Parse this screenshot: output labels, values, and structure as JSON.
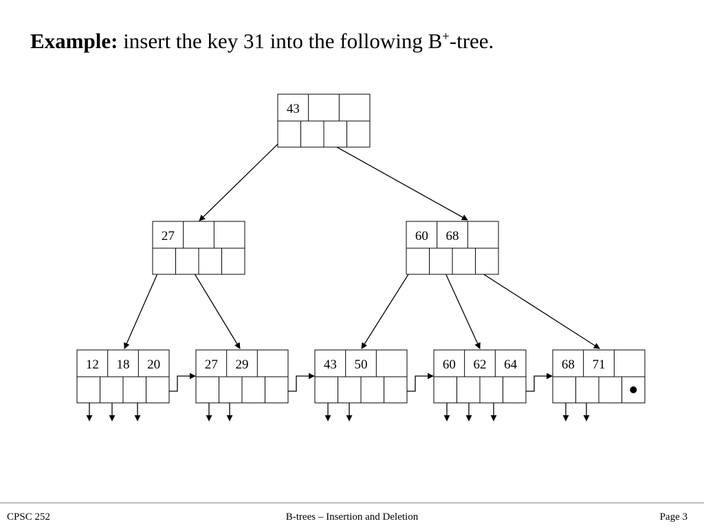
{
  "slide": {
    "title_bold": "Example:",
    "title_text": " insert the key 31 into the following B",
    "title_sup": "+",
    "title_tail": "-tree."
  },
  "tree": {
    "root": {
      "keys": [
        "43",
        "",
        ""
      ]
    },
    "internal": [
      {
        "keys": [
          "27",
          "",
          ""
        ]
      },
      {
        "keys": [
          "60",
          "68",
          ""
        ]
      }
    ],
    "leaves": [
      {
        "keys": [
          "12",
          "18",
          "20"
        ]
      },
      {
        "keys": [
          "27",
          "29",
          ""
        ]
      },
      {
        "keys": [
          "43",
          "50",
          ""
        ]
      },
      {
        "keys": [
          "60",
          "62",
          "64"
        ]
      },
      {
        "keys": [
          "68",
          "71",
          ""
        ],
        "null_next": true
      }
    ]
  },
  "footer": {
    "left": "CPSC 252",
    "center": "B-trees – Insertion and Deletion",
    "right": "Page 3"
  }
}
